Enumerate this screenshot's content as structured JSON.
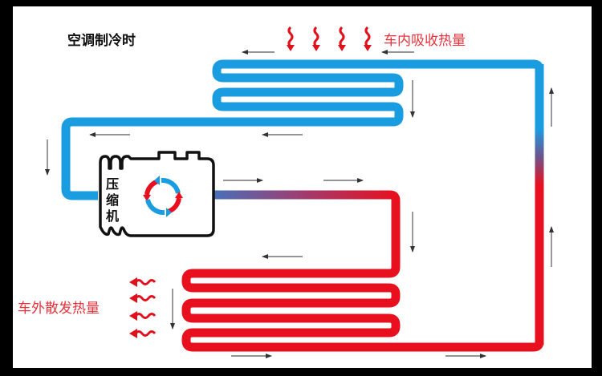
{
  "title": "空调制冷时",
  "labels": {
    "absorb_heat": "车内吸收热量",
    "release_heat": "车外散发热量"
  },
  "compressor": {
    "label_chars": [
      "压",
      "缩",
      "机"
    ],
    "label": "压缩机",
    "icon": "cycle-arrows-icon"
  },
  "colors": {
    "cold_pipe": "#1a9de0",
    "hot_pipe": "#e8101e",
    "heat_arrow": "#e0101c",
    "flow_arrow": "#333333",
    "label_red": "#e8323c",
    "background": "#ffffff",
    "frame": "#000000"
  },
  "components": [
    {
      "name": "evaporator-coil",
      "color": "cold",
      "location": "top"
    },
    {
      "name": "condenser-coil",
      "color": "hot",
      "location": "bottom"
    },
    {
      "name": "compressor",
      "location": "left-middle"
    }
  ],
  "heat_indicators": {
    "inside_down_arrows": 4,
    "outside_left_arrows": 4
  }
}
